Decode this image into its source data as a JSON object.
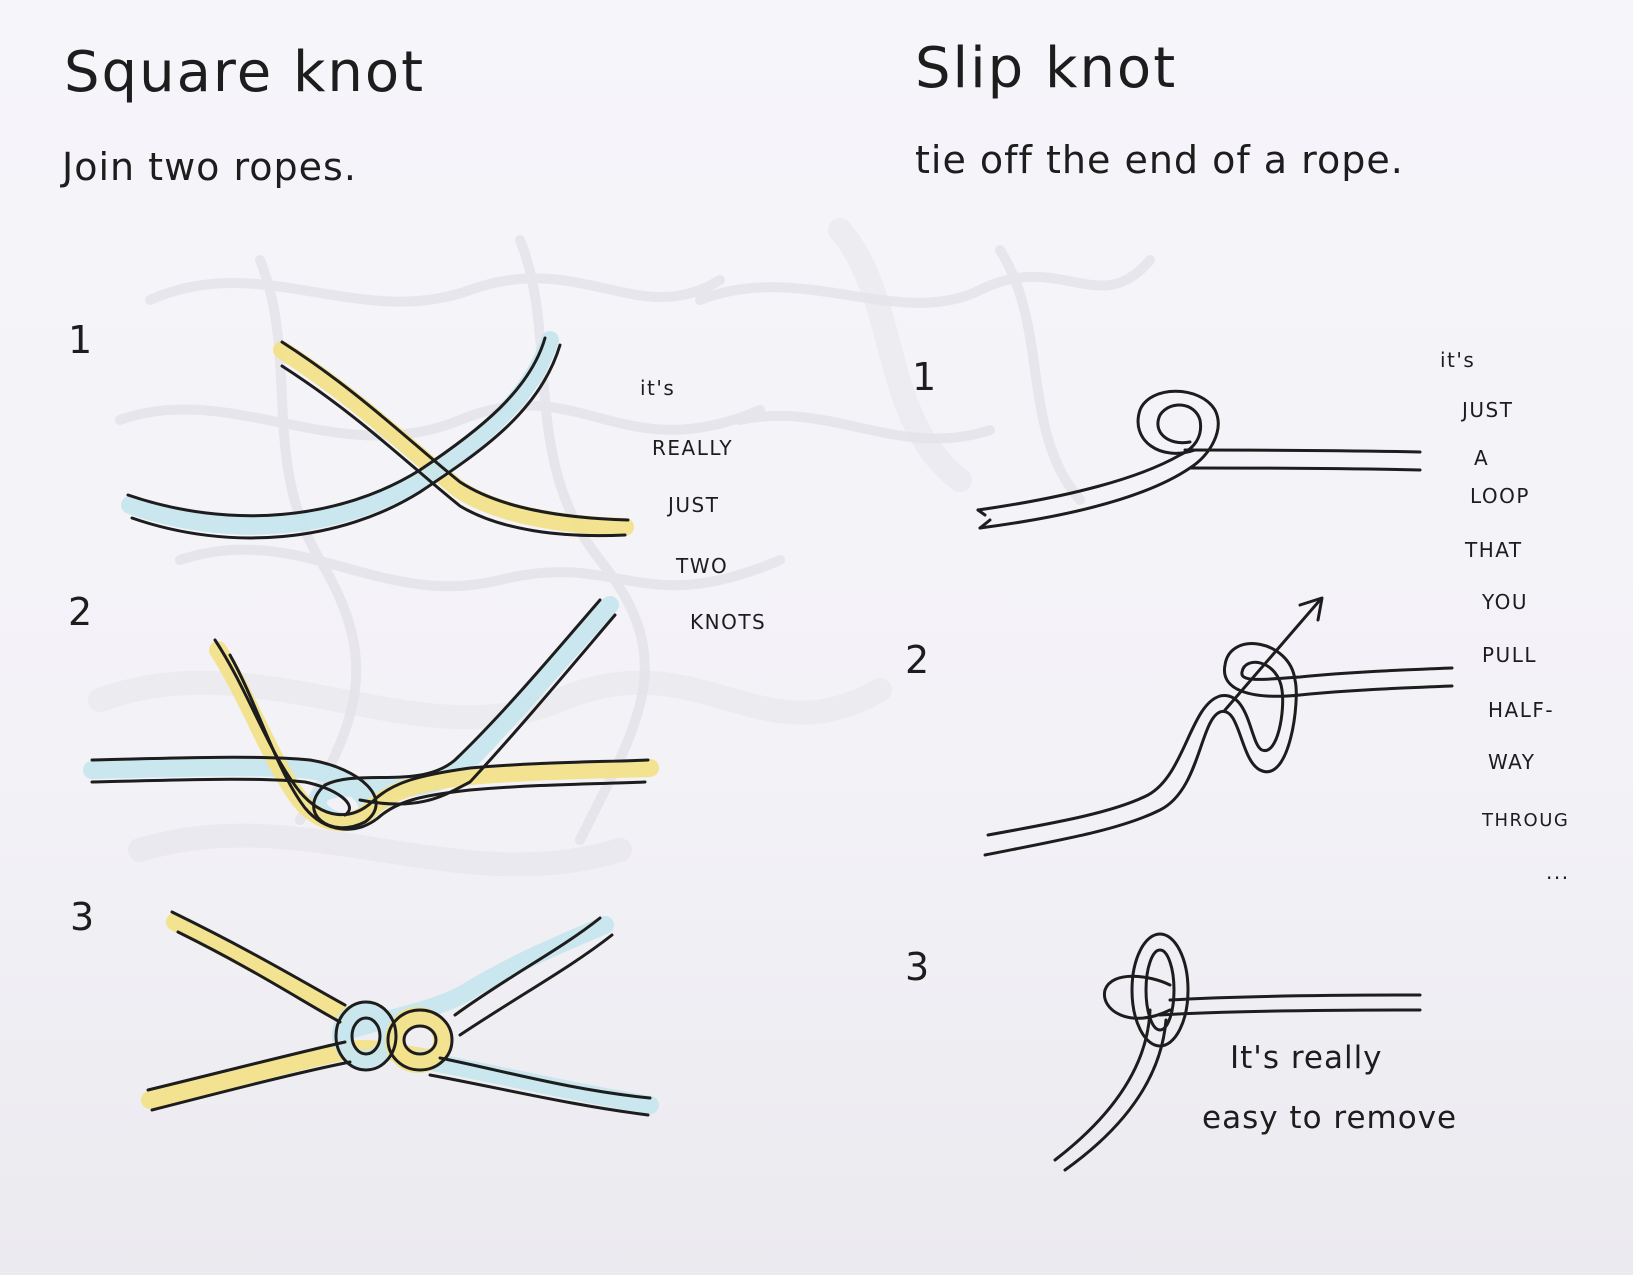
{
  "square_knot": {
    "title": "Square knot",
    "subtitle": "Join two ropes.",
    "steps": [
      "1",
      "2",
      "3"
    ],
    "note_lines": [
      "it's",
      "REALLY",
      "JUST",
      "TWO",
      "KNOTS"
    ]
  },
  "slip_knot": {
    "title": "Slip knot",
    "subtitle": "tie off the end of a rope.",
    "steps": [
      "1",
      "2",
      "3"
    ],
    "note_lines": [
      "it's",
      "JUST",
      "A",
      "LOOP",
      "THAT",
      "YOU",
      "PULL",
      "HALF-",
      "WAY",
      "THROUG",
      "..."
    ],
    "remove_note_lines": [
      "It's really",
      "easy to remove"
    ]
  },
  "colors": {
    "ink": "#1d1d1d",
    "rope_yellow": "#f2e28a",
    "rope_blue": "#c7e6ee",
    "paper": "#f5f4f9"
  }
}
